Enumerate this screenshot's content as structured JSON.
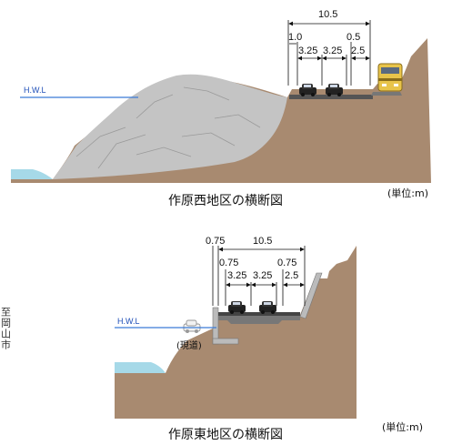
{
  "west": {
    "title": "作原西地区の横断図",
    "unit": "(単位:m)",
    "hwl": "H.W.L",
    "total_width": "10.5",
    "top_labels": [
      "1.0",
      "0.5"
    ],
    "lane_labels": [
      "3.25",
      "3.25",
      "2.5"
    ]
  },
  "east": {
    "title": "作原東地区の横断図",
    "unit": "(単位:m)",
    "hwl": "H.W.L",
    "left_width": "0.75",
    "total_width": "10.5",
    "top_labels": [
      "0.75",
      "0.75"
    ],
    "lane_labels": [
      "3.25",
      "3.25",
      "2.5"
    ],
    "existing_road": "(現道)"
  },
  "side_label": "至岡山市",
  "colors": {
    "soil": "#a88a70",
    "rock": "#c4c4c4",
    "water": "#a6d9e8",
    "hwl_line": "#3b7bd6"
  }
}
